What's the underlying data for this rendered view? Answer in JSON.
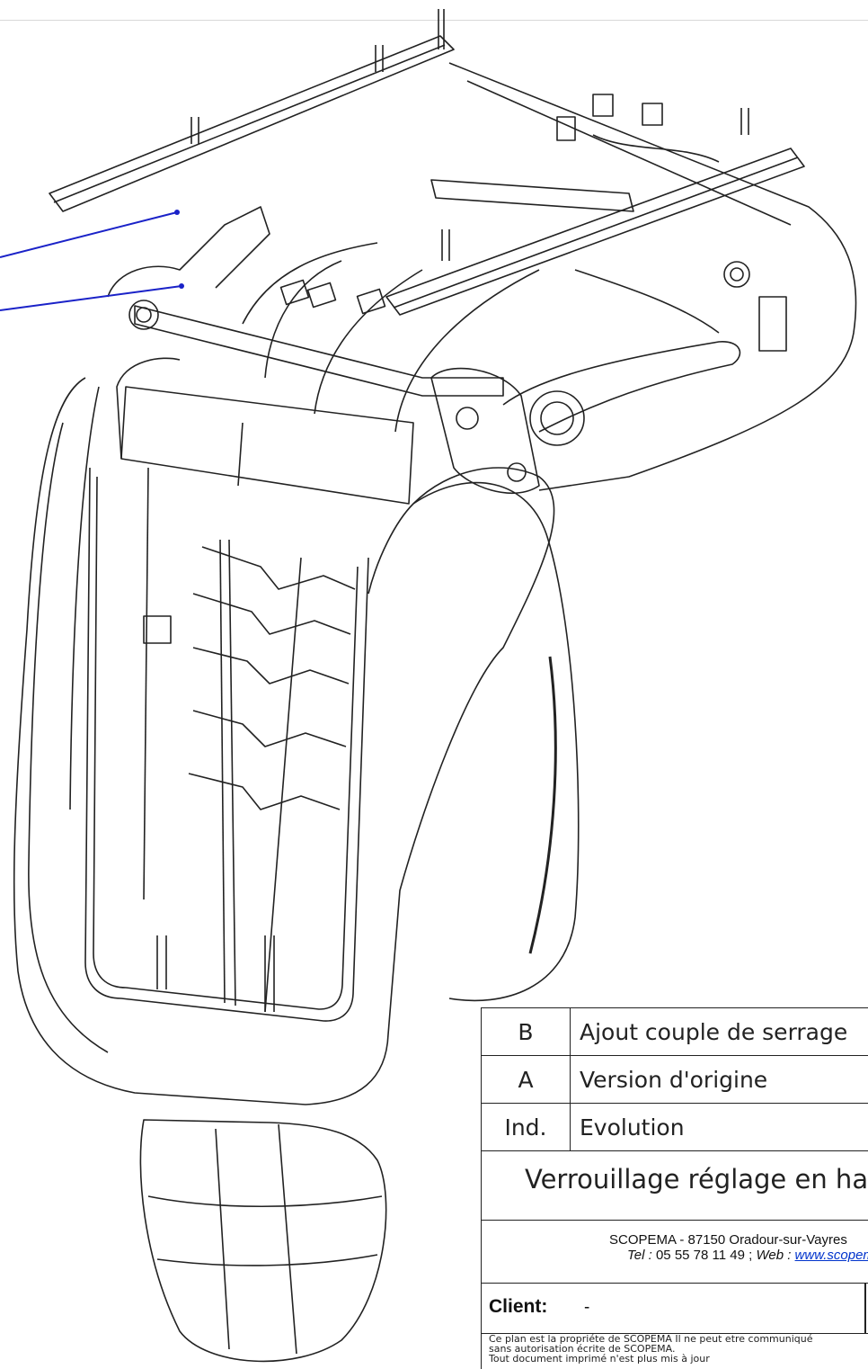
{
  "revisions": [
    {
      "ind": "B",
      "evolution": "Ajout couple de serrage"
    },
    {
      "ind": "A",
      "evolution": "Version d'origine"
    },
    {
      "ind": "Ind.",
      "evolution": "Evolution"
    }
  ],
  "title": "Verrouillage réglage en hauteur",
  "company": {
    "line1": "SCOPEMA - 87150 Oradour-sur-Vayres",
    "tel_label": "Tel :",
    "tel": "05 55 78 11 49 ;",
    "web_label": "Web :",
    "web": "www.scopema.fr"
  },
  "client": {
    "label": "Client:",
    "value": "-"
  },
  "note": {
    "line1": "Ce plan est la propriéte de SCOPEMA Il ne peut etre communiqué",
    "line2": "sans autorisation écrite de SCOPEMA.",
    "line3": "Tout document imprimé n'est plus mis à jour"
  },
  "colors": {
    "leader_lines": "#1a22c8",
    "lines": "#222222"
  }
}
